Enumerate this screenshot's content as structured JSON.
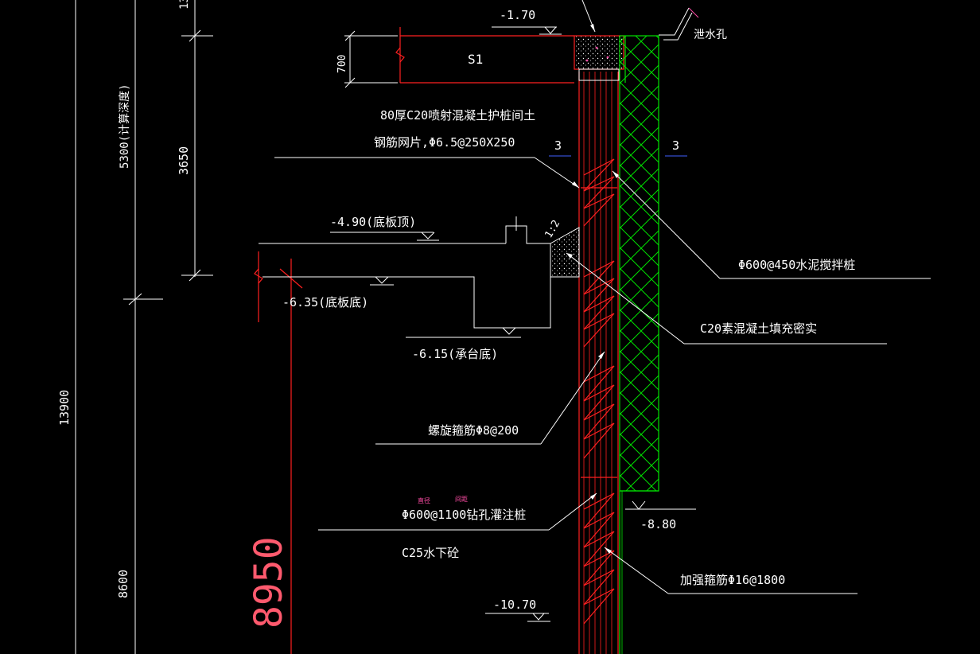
{
  "colors": {
    "background": "#000000",
    "line_white": "#ffffff",
    "line_red": "#ff2020",
    "line_green": "#00e000",
    "text_red": "#ff5a6e",
    "text_magenta": "#ff4da6"
  },
  "elevations": {
    "top": "-1.70",
    "slab_top": "-4.90(底板顶)",
    "slab_bottom": "-6.35(底板底)",
    "cap_bottom": "-6.15(承台底)",
    "mixing_pile_bottom": "-8.80",
    "pile_lower": "-10.70"
  },
  "dimensions": {
    "d700": "700",
    "d3650": "3650",
    "d5300": "5300(计算深度)",
    "d13900": "13900",
    "d8600": "8600",
    "d8950": "8950",
    "d13_partial": "13"
  },
  "labels": {
    "beam": "S1",
    "shotcrete": "80厚C20喷射混凝土护桩间土",
    "mesh": "钢筋网片,Φ6.5@250X250",
    "section_left": "3",
    "section_right": "3",
    "slope": "1:2",
    "mixing_pile": "Φ600@450水泥搅拌桩",
    "fill": "C20素混凝土填充密实",
    "spiral": "螺旋箍筋Φ8@200",
    "bored_pile": "Φ600@1100钻孔灌注桩",
    "bored_pile_note1": "直径",
    "bored_pile_note2": "间距",
    "concrete": "C25水下砼",
    "stirrup": "加强箍筋Φ16@1800",
    "drain": "泄水孔"
  }
}
